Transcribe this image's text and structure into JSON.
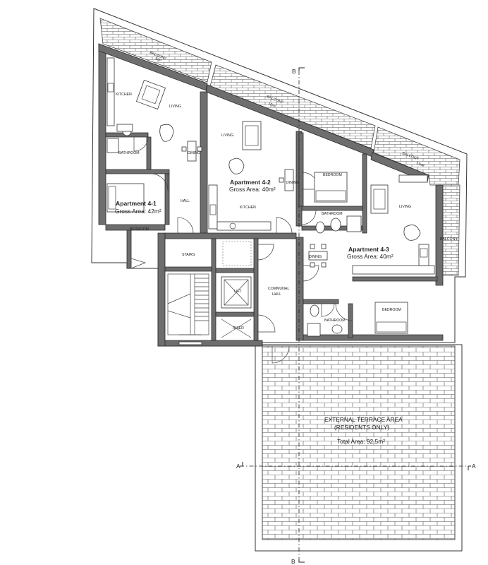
{
  "section_markers": {
    "top_b": "B",
    "bottom_b": "B",
    "left_a": "A",
    "right_a": "A"
  },
  "apartments": {
    "a1": {
      "title": "Apartment 4-1",
      "area": "Gross Area: 42m²"
    },
    "a2": {
      "title": "Apartment 4-2",
      "area": "Gross Area: 40m²"
    },
    "a3": {
      "title": "Apartment 4-3",
      "area": "Gross Area: 40m²"
    }
  },
  "balconies": {
    "b1": {
      "label": "BALCONY",
      "area": "6m²"
    },
    "b2": {
      "label": "BALCONY",
      "area": "10m²"
    },
    "b3": {
      "label": "BALCONY",
      "area": "13m²"
    },
    "b4": {
      "label": "BALCONY"
    }
  },
  "rooms": {
    "kitchen_1": "KITCHEN",
    "living_1": "LIVING",
    "bathroom_1": "BATHROOM",
    "dining_1": "DINING",
    "bedroom_1": "BEDROOM",
    "hall_1": "HALL",
    "living_2": "LIVING",
    "dining_2": "DINING",
    "kitchen_2": "KITCHEN",
    "bedroom_2": "BEDROOM",
    "bathroom_2": "BATHROOM",
    "living_3": "LIVING",
    "dining_3": "DINING",
    "bathroom_3": "BATHROOM",
    "bedroom_3": "BEDROOM",
    "stairs": "STAIRS",
    "lift": "LIFT",
    "riser": "RISER",
    "communal_hall": [
      "COMMUNAL",
      "HALL"
    ]
  },
  "terrace": {
    "title_line1": "EXTERNAL TERRACE AREA",
    "title_line2": "(RESIDENTS ONLY)",
    "total": "Total Area: 92.5m²"
  }
}
